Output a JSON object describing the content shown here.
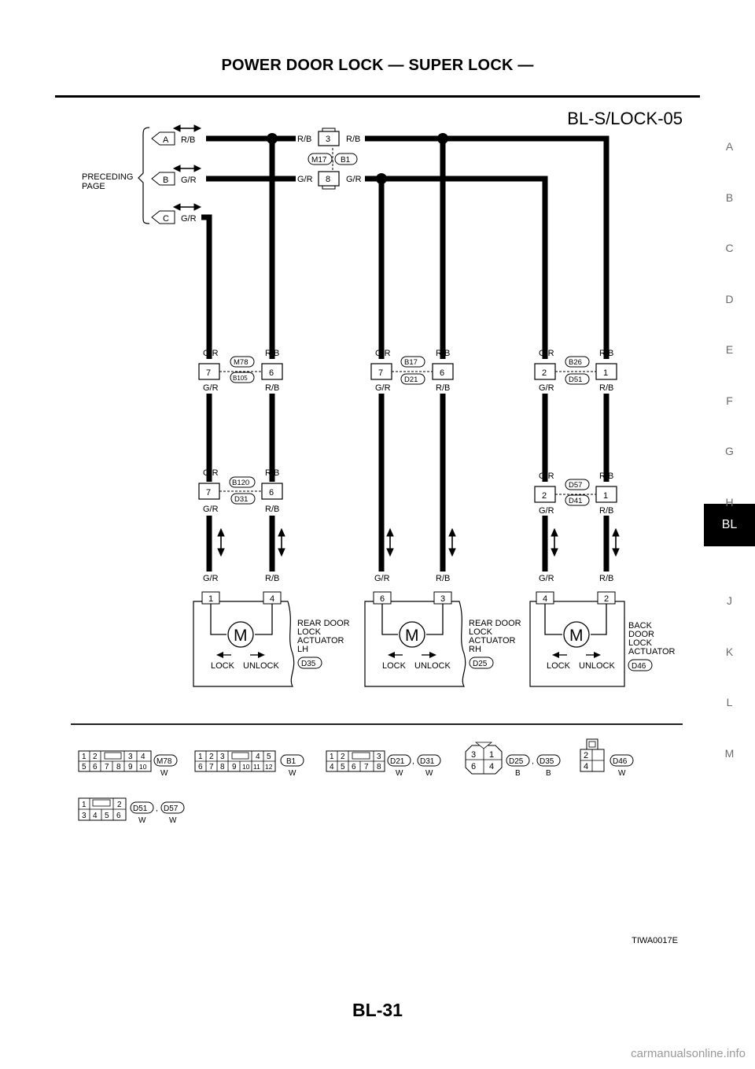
{
  "header": {
    "title": "POWER DOOR LOCK — SUPER LOCK —"
  },
  "diagram_id": "BL-S/LOCK-05",
  "figure_code": "TIWA0017E",
  "page_number": "BL-31",
  "watermark": "carmanualsonline.info",
  "side_index": [
    "A",
    "B",
    "C",
    "D",
    "E",
    "F",
    "G",
    "H",
    "BL",
    "J",
    "K",
    "L",
    "M"
  ],
  "side_index_active": "BL",
  "preceding_page": [
    "PRECEDING",
    "PAGE"
  ],
  "inputs": [
    {
      "letter": "A",
      "wire": "R/B"
    },
    {
      "letter": "B",
      "wire": "G/R"
    },
    {
      "letter": "C",
      "wire": "G/R"
    }
  ],
  "inline_connector": {
    "names": [
      "M17",
      "B1"
    ],
    "pins": [
      "3",
      "8"
    ]
  },
  "wire_labels": {
    "gr": "G/R",
    "rb": "R/B"
  },
  "joints": [
    {
      "names": [
        "M78",
        "B105"
      ],
      "pins": [
        "7",
        "6"
      ]
    },
    {
      "names": [
        "B17",
        "D21"
      ],
      "pins": [
        "7",
        "6"
      ]
    },
    {
      "names": [
        "B26",
        "D51"
      ],
      "pins": [
        "2",
        "1"
      ]
    },
    {
      "names": [
        "B120",
        "D31"
      ],
      "pins": [
        "7",
        "6"
      ]
    },
    {
      "names": [
        "D57",
        "D41"
      ],
      "pins": [
        "2",
        "1"
      ]
    }
  ],
  "actuators": [
    {
      "pins": [
        "1",
        "4"
      ],
      "label": [
        "REAR DOOR",
        "LOCK",
        "ACTUATOR",
        "LH"
      ],
      "connector": "D35"
    },
    {
      "pins": [
        "6",
        "3"
      ],
      "label": [
        "REAR DOOR",
        "LOCK",
        "ACTUATOR",
        "RH"
      ],
      "connector": "D25"
    },
    {
      "pins": [
        "4",
        "2"
      ],
      "label": [
        "BACK",
        "DOOR",
        "LOCK",
        "ACTUATOR"
      ],
      "connector": "D46"
    }
  ],
  "motor_symbol": "M",
  "lock_label": "LOCK",
  "unlock_label": "UNLOCK",
  "connector_views": [
    {
      "rows": [
        [
          "1",
          "2",
          "",
          "3",
          "4"
        ],
        [
          "5",
          "6",
          "7",
          "8",
          "9",
          "10"
        ]
      ],
      "names": [
        "M78"
      ],
      "colors": [
        "W"
      ]
    },
    {
      "rows": [
        [
          "1",
          "2",
          "3",
          "",
          "4",
          "5"
        ],
        [
          "6",
          "7",
          "8",
          "9",
          "10",
          "11",
          "12"
        ]
      ],
      "names": [
        "B1"
      ],
      "colors": [
        "W"
      ]
    },
    {
      "rows": [
        [
          "1",
          "2",
          "",
          "3"
        ],
        [
          "4",
          "5",
          "6",
          "7",
          "8"
        ]
      ],
      "names": [
        "D21",
        "D31"
      ],
      "colors": [
        "W",
        "W"
      ]
    },
    {
      "rows": [
        [
          "3",
          "1"
        ],
        [
          "6",
          "4"
        ]
      ],
      "names": [
        "D25",
        "D35"
      ],
      "colors": [
        "B",
        "B"
      ]
    },
    {
      "rows": [
        [
          "2"
        ],
        [
          "4"
        ]
      ],
      "names": [
        "D46"
      ],
      "colors": [
        "W"
      ]
    },
    {
      "rows": [
        [
          "1",
          "",
          "2"
        ],
        [
          "3",
          "4",
          "5",
          "6"
        ]
      ],
      "names": [
        "D51",
        "D57"
      ],
      "colors": [
        "W",
        "W"
      ]
    }
  ]
}
